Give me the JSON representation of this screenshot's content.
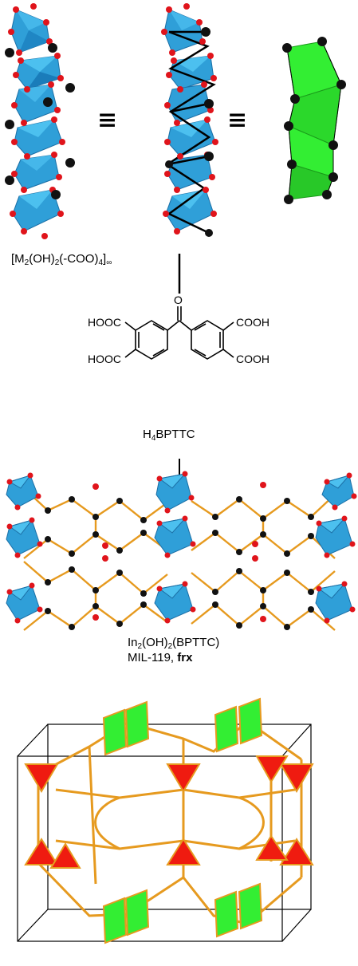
{
  "symbols": {
    "equivalence": "≡"
  },
  "chain_label": {
    "prefix": "[M",
    "sub1": "2",
    "mid1": "(OH)",
    "sub2": "2",
    "mid2": "(-COO)",
    "sub3": "4",
    "end": "]",
    "sub4": "∞"
  },
  "ligand_groups": {
    "hooc_top": "HOOC",
    "hooc_bottom": "HOOC",
    "cooh_top": "COOH",
    "cooh_bottom": "COOH",
    "carbonyl_o": "O"
  },
  "ligand_label": {
    "prefix": "H",
    "sub": "4",
    "name": "BPTTC"
  },
  "product_label": {
    "line1_prefix": "In",
    "line1_sub1": "2",
    "line1_mid": "(OH)",
    "line1_sub2": "2",
    "line1_end": "(BPTTC)",
    "line2_prefix": "MIL-119, ",
    "line2_bold": "frx"
  },
  "colors": {
    "polyhedron_blue": "#2f9fd8",
    "polyhedron_dark": "#1b6fa6",
    "oxygen_red": "#e0141b",
    "carbon_black": "#111111",
    "node_green": "#33ee33",
    "linker_orange": "#e69a1f",
    "triangle_red": "#ef1b10"
  }
}
